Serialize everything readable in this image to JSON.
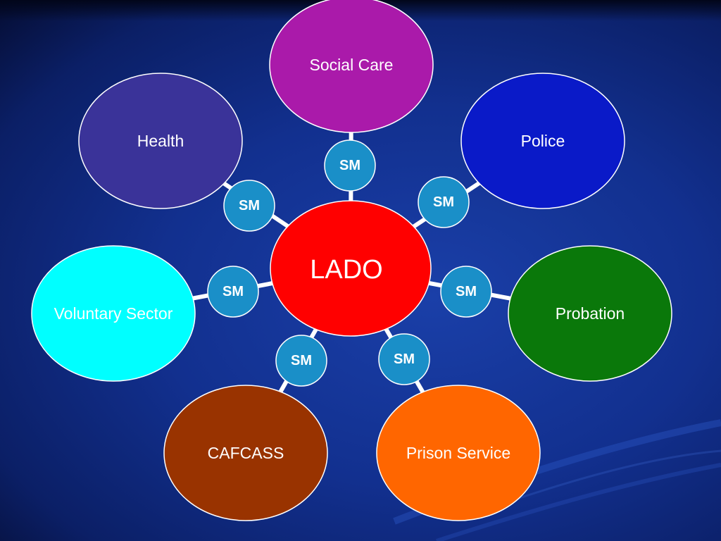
{
  "center": {
    "label": "LADO",
    "color": "#ff0000"
  },
  "connector_label": "SM",
  "connector_color": "#1a8fc8",
  "agencies": [
    {
      "id": "social-care",
      "label": "Social Care",
      "color": "#aa1aaa"
    },
    {
      "id": "police",
      "label": "Police",
      "color": "#0a1ac8"
    },
    {
      "id": "probation",
      "label": "Probation",
      "color": "#0a780a"
    },
    {
      "id": "prison-service",
      "label": "Prison Service",
      "color": "#ff6600"
    },
    {
      "id": "cafcass",
      "label": "CAFCASS",
      "color": "#993300"
    },
    {
      "id": "voluntary-sector",
      "label": "Voluntary Sector",
      "color": "#00ffff"
    },
    {
      "id": "health",
      "label": "Health",
      "color": "#3a3399"
    }
  ]
}
